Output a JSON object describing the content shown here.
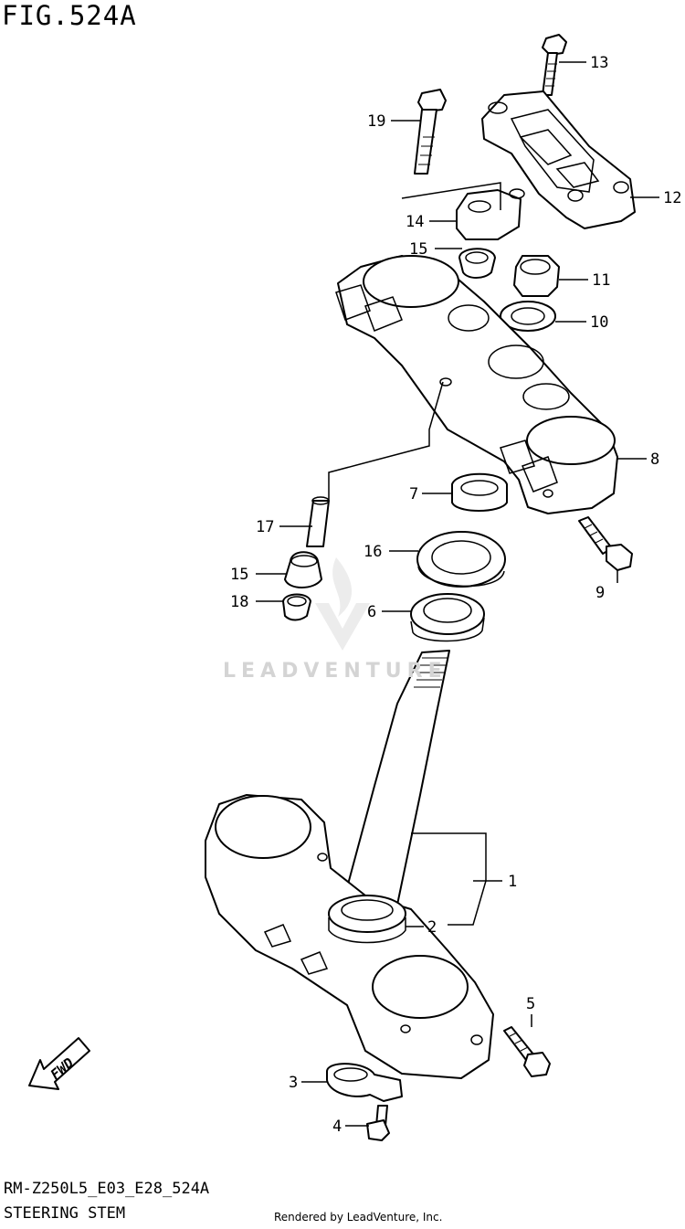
{
  "figure": {
    "title": "FIG.524A",
    "model_code": "RM-Z250L5_E03_E28_524A",
    "section_name": "STEERING STEM",
    "credit": "Rendered by LeadVenture, Inc.",
    "watermark": "LEADVENTURE",
    "fwd_label": "FWD"
  },
  "callouts": [
    "1",
    "2",
    "3",
    "4",
    "5",
    "6",
    "7",
    "8",
    "9",
    "10",
    "11",
    "12",
    "13",
    "14",
    "15",
    "15",
    "16",
    "17",
    "18",
    "19"
  ]
}
